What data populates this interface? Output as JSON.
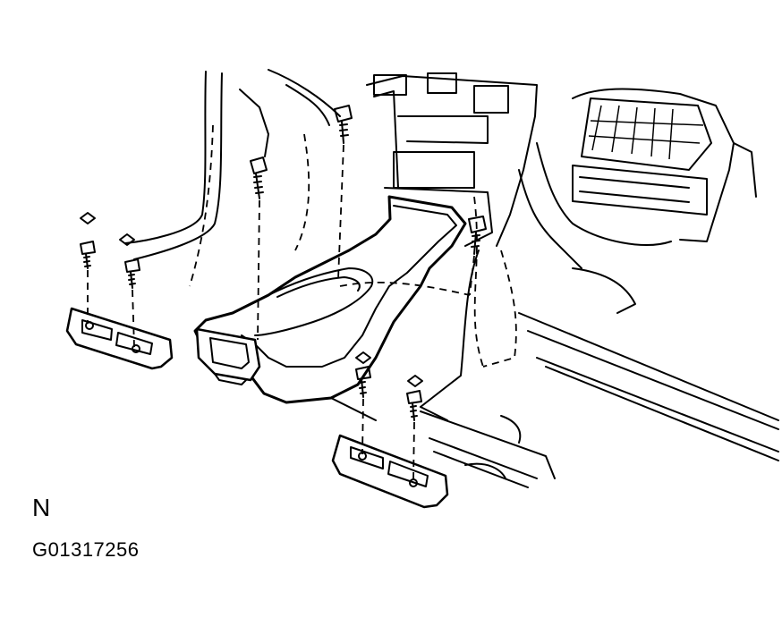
{
  "diagram": {
    "view_label": "N",
    "figure_code": "G01317256",
    "parts": [
      {
        "id": "duct",
        "icon": "rear-heater-duct-icon"
      },
      {
        "id": "bracket-left",
        "icon": "floor-bracket-icon"
      },
      {
        "id": "bracket-right",
        "icon": "floor-bracket-icon"
      },
      {
        "id": "heater-unit",
        "icon": "heater-unit-icon"
      },
      {
        "id": "console-body",
        "icon": "console-body-icon"
      }
    ],
    "fasteners": [
      {
        "id": "screw-1",
        "icon": "screw-icon"
      },
      {
        "id": "screw-2",
        "icon": "screw-icon"
      },
      {
        "id": "bolt-1",
        "icon": "bolt-icon"
      },
      {
        "id": "bolt-2",
        "icon": "bolt-icon"
      },
      {
        "id": "bolt-3",
        "icon": "bolt-icon"
      },
      {
        "id": "screw-3",
        "icon": "screw-icon"
      },
      {
        "id": "screw-4",
        "icon": "screw-icon"
      }
    ],
    "clips": [
      "clip-1",
      "clip-2",
      "clip-3",
      "clip-4"
    ]
  }
}
